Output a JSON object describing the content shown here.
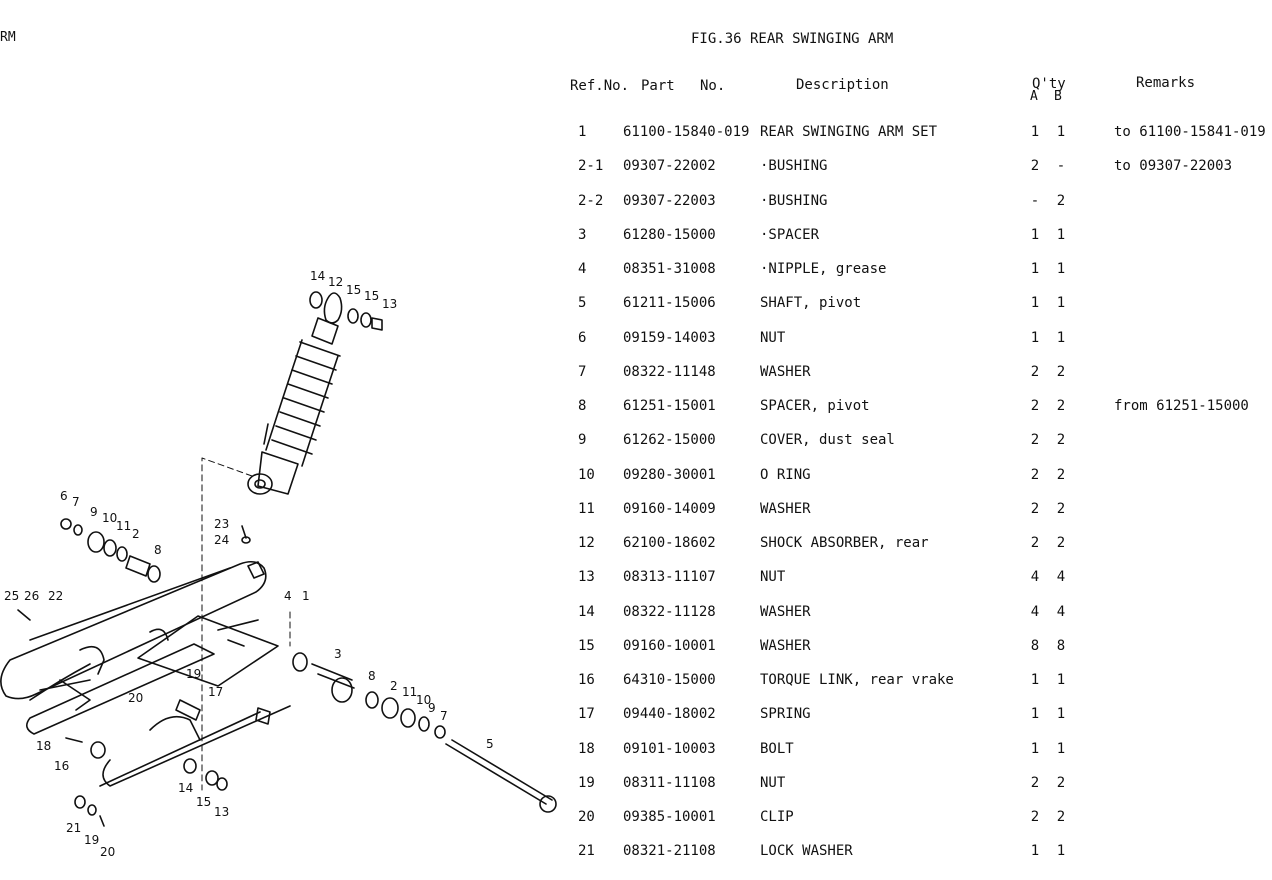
{
  "corner_fragment": "RM",
  "figure_title": "FIG.36  REAR SWINGING ARM",
  "headers": {
    "ref_no": "Ref.No.",
    "part": "Part",
    "no": "No.",
    "description": "Description",
    "qty": "Q'ty",
    "qty_a": "A",
    "qty_b": "B",
    "remarks": "Remarks"
  },
  "rows": [
    {
      "ref": "1",
      "part": "61100-15840-019",
      "desc": "REAR SWINGING ARM SET",
      "qa": "1",
      "qb": "1",
      "remarks": "to 61100-15841-019"
    },
    {
      "ref": "2-1",
      "part": "09307-22002",
      "desc": "·BUSHING",
      "qa": "2",
      "qb": "-",
      "remarks": "to 09307-22003"
    },
    {
      "ref": "2-2",
      "part": "09307-22003",
      "desc": "·BUSHING",
      "qa": "-",
      "qb": "2",
      "remarks": ""
    },
    {
      "ref": "3",
      "part": "61280-15000",
      "desc": "·SPACER",
      "qa": "1",
      "qb": "1",
      "remarks": ""
    },
    {
      "ref": "4",
      "part": "08351-31008",
      "desc": "·NIPPLE, grease",
      "qa": "1",
      "qb": "1",
      "remarks": ""
    },
    {
      "ref": "5",
      "part": "61211-15006",
      "desc": "SHAFT, pivot",
      "qa": "1",
      "qb": "1",
      "remarks": ""
    },
    {
      "ref": "6",
      "part": "09159-14003",
      "desc": "NUT",
      "qa": "1",
      "qb": "1",
      "remarks": ""
    },
    {
      "ref": "7",
      "part": "08322-11148",
      "desc": "WASHER",
      "qa": "2",
      "qb": "2",
      "remarks": ""
    },
    {
      "ref": "8",
      "part": "61251-15001",
      "desc": "SPACER, pivot",
      "qa": "2",
      "qb": "2",
      "remarks": "from 61251-15000"
    },
    {
      "ref": "9",
      "part": "61262-15000",
      "desc": "COVER, dust seal",
      "qa": "2",
      "qb": "2",
      "remarks": ""
    },
    {
      "ref": "10",
      "part": "09280-30001",
      "desc": "O RING",
      "qa": "2",
      "qb": "2",
      "remarks": ""
    },
    {
      "ref": "11",
      "part": "09160-14009",
      "desc": "WASHER",
      "qa": "2",
      "qb": "2",
      "remarks": ""
    },
    {
      "ref": "12",
      "part": "62100-18602",
      "desc": "SHOCK ABSORBER, rear",
      "qa": "2",
      "qb": "2",
      "remarks": ""
    },
    {
      "ref": "13",
      "part": "08313-11107",
      "desc": "NUT",
      "qa": "4",
      "qb": "4",
      "remarks": ""
    },
    {
      "ref": "14",
      "part": "08322-11128",
      "desc": "WASHER",
      "qa": "4",
      "qb": "4",
      "remarks": ""
    },
    {
      "ref": "15",
      "part": "09160-10001",
      "desc": "WASHER",
      "qa": "8",
      "qb": "8",
      "remarks": ""
    },
    {
      "ref": "16",
      "part": "64310-15000",
      "desc": "TORQUE LINK, rear vrake",
      "qa": "1",
      "qb": "1",
      "remarks": ""
    },
    {
      "ref": "17",
      "part": "09440-18002",
      "desc": "SPRING",
      "qa": "1",
      "qb": "1",
      "remarks": ""
    },
    {
      "ref": "18",
      "part": "09101-10003",
      "desc": "BOLT",
      "qa": "1",
      "qb": "1",
      "remarks": ""
    },
    {
      "ref": "19",
      "part": "08311-11108",
      "desc": "NUT",
      "qa": "2",
      "qb": "2",
      "remarks": ""
    },
    {
      "ref": "20",
      "part": "09385-10001",
      "desc": "CLIP",
      "qa": "2",
      "qb": "2",
      "remarks": ""
    },
    {
      "ref": "21",
      "part": "08321-21108",
      "desc": "LOCK WASHER",
      "qa": "1",
      "qb": "1",
      "remarks": ""
    }
  ],
  "diagram_callouts": {
    "shock_14": "14",
    "shock_12": "12",
    "shock_15a": "15",
    "shock_15b": "15",
    "shock_13": "13",
    "n6": "6",
    "n7": "7",
    "n9": "9",
    "n10": "10",
    "n11": "11",
    "n2": "2",
    "n8": "8",
    "n23": "23",
    "n24": "24",
    "n25": "25",
    "n26": "26",
    "n22": "22",
    "n4": "4",
    "n1": "1",
    "n3": "3",
    "n8b": "8",
    "n2b": "2",
    "n11b": "11",
    "n10b": "10",
    "n9b": "9",
    "n7b": "7",
    "n5": "5",
    "n19": "19",
    "n17": "17",
    "n20": "20",
    "n18": "18",
    "n16": "16",
    "n14b": "14",
    "n15b": "15",
    "n13b": "13",
    "n21": "21",
    "n19b": "19",
    "n20b": "20"
  }
}
